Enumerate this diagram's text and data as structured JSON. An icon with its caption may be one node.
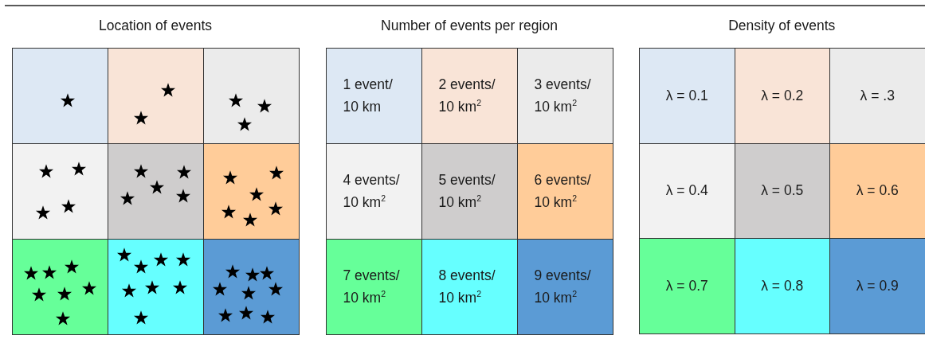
{
  "diagram": {
    "nodes": [
      {
        "text": [
          "Location of events"
        ]
      },
      {
        "text": [],
        "shape": "box",
        "in": 0
      },
      {
        "text": [],
        "shape": "box",
        "in": 0
      },
      {
        "text": [],
        "shape": "box",
        "in": 0
      },
      {
        "text": [],
        "shape": "box",
        "in": 0
      },
      {
        "text": [],
        "shape": "box",
        "in": 0
      },
      {
        "text": [],
        "shape": "box",
        "in": 0
      },
      {
        "text": [],
        "shape": "box",
        "in": 0
      },
      {
        "text": [],
        "shape": "box",
        "in": 0
      },
      {
        "text": [],
        "shape": "box",
        "in": 0
      },
      {
        "text": [
          "Number of events per region"
        ]
      },
      {
        "text": [
          "1 event/ 10 km"
        ],
        "in": 10
      },
      {
        "text": [
          "2 events/ 10 km$^{2}$"
        ],
        "in": 10
      },
      {
        "text": [
          "3 events/ 10 km$^{2}$"
        ],
        "in": 10
      },
      {
        "text": [
          "4 events/ 10 km$^{2}$"
        ],
        "in": 10
      },
      {
        "text": [
          "5 events/ 10 km$^{2}$"
        ],
        "in": 10
      },
      {
        "text": [
          "6 events/ 10 km$^{2}$"
        ],
        "in": 10
      },
      {
        "text": [
          "7 events/ 10 km$^{2}$"
        ],
        "in": 10
      },
      {
        "text": [
          "8 events/ 10 km$^{2}$"
        ],
        "in": 10
      },
      {
        "text": [
          "9 events/ 10 km$^{2}$"
        ],
        "in": 10
      },
      {
        "text": [
          "Density of events"
        ]
      },
      {
        "text": [
          "λ = 0.1"
        ],
        "in": 20
      },
      {
        "text": [
          "λ = 0.2"
        ],
        "in": 20
      },
      {
        "text": [
          "λ = .3"
        ],
        "in": 20
      },
      {
        "text": [
          "λ = 0.4"
        ],
        "in": 20
      },
      {
        "text": [
          "λ = 0.5"
        ],
        "in": 20
      },
      {
        "text": [
          "λ = 0.6"
        ],
        "in": 20
      },
      {
        "text": [
          "λ = 0.7"
        ],
        "in": 20
      },
      {
        "text": [
          "λ = 0.8"
        ],
        "in": 20
      },
      {
        "text": [
          "λ = 0.9"
        ],
        "in": 20
      }
    ]
  }
}
